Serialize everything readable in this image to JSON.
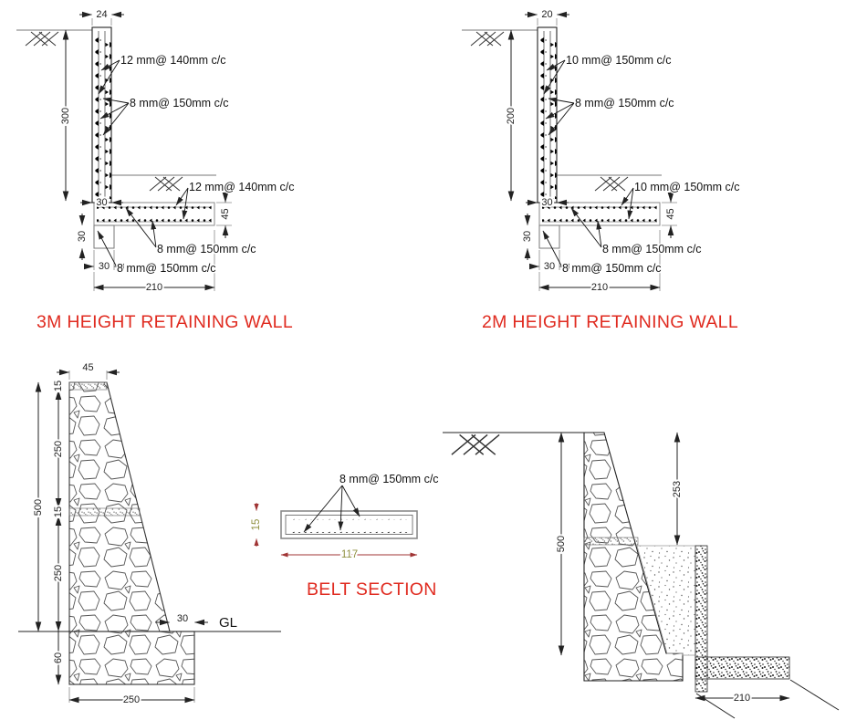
{
  "colors": {
    "title_red": "#e02b20",
    "dim_text_olive": "#8f8f3f",
    "dim_arrow_red": "#a03434",
    "line_dark": "#222222",
    "line_gray": "#777777"
  },
  "drawing": {
    "wall_3m": {
      "title": "3M HEIGHT RETAINING WALL",
      "dim_top_width": "24",
      "dim_height": "300",
      "dim_stem_bottom": "30",
      "dim_footing_thk": "45",
      "dim_key_depth": "30",
      "dim_key_width": "30",
      "dim_footing_len": "210",
      "ann_stem_main": "12 mm@ 140mm c/c",
      "ann_stem_dist": "8 mm@ 150mm c/c",
      "ann_foot_main": "12 mm@ 140mm c/c",
      "ann_foot_dist": "8 mm@ 150mm c/c",
      "ann_key": "8 mm@ 150mm c/c"
    },
    "wall_2m": {
      "title": "2M HEIGHT RETAINING WALL",
      "dim_top_width": "20",
      "dim_height": "200",
      "dim_stem_bottom": "30",
      "dim_footing_thk": "45",
      "dim_key_depth": "30",
      "dim_key_width": "30",
      "dim_footing_len": "210",
      "ann_stem_main": "10 mm@ 150mm c/c",
      "ann_stem_dist": "8 mm@ 150mm c/c",
      "ann_foot_main": "10 mm@ 150mm c/c",
      "ann_foot_dist": "8 mm@ 150mm c/c",
      "ann_key": "8 mm@ 150mm c/c"
    },
    "masonry": {
      "dim_top": "45",
      "dim_belt1": "15",
      "dim_course1": "250",
      "dim_belt2": "15",
      "dim_course2": "250",
      "dim_total": "500",
      "dim_toe": "30",
      "dim_found_depth": "60",
      "dim_found_width": "250",
      "ground_label": "GL"
    },
    "belt": {
      "title": "BELT SECTION",
      "ann": "8 mm@ 150mm c/c",
      "dim_thk": "15",
      "dim_width": "117"
    },
    "composite": {
      "dim_total": "500",
      "dim_upper": "253",
      "dim_footing": "210"
    }
  }
}
